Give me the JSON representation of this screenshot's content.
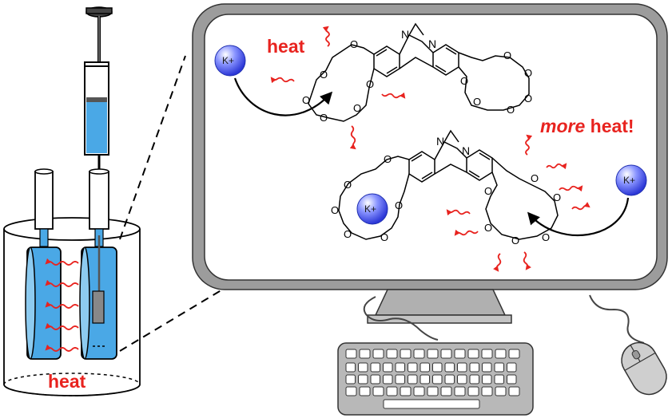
{
  "labels": {
    "heat_cell": "heat",
    "heat_top": "heat",
    "more_word": "more",
    "more_rest": " heat!",
    "ion_label": "K+"
  },
  "atoms": {
    "oxygen": "O",
    "nitrogen": "N"
  },
  "colors": {
    "heat": "#e8231f",
    "solution": "#4aa8e6",
    "ion": "#3a4fe0",
    "monitor_frame": "#9a9a9a",
    "keyboard": "#c8c8c8"
  },
  "icons": [
    "syringe-icon",
    "calorimeter-cell-icon",
    "monitor-icon",
    "keyboard-icon",
    "mouse-icon",
    "potassium-ion-icon",
    "heat-wave-icon"
  ]
}
